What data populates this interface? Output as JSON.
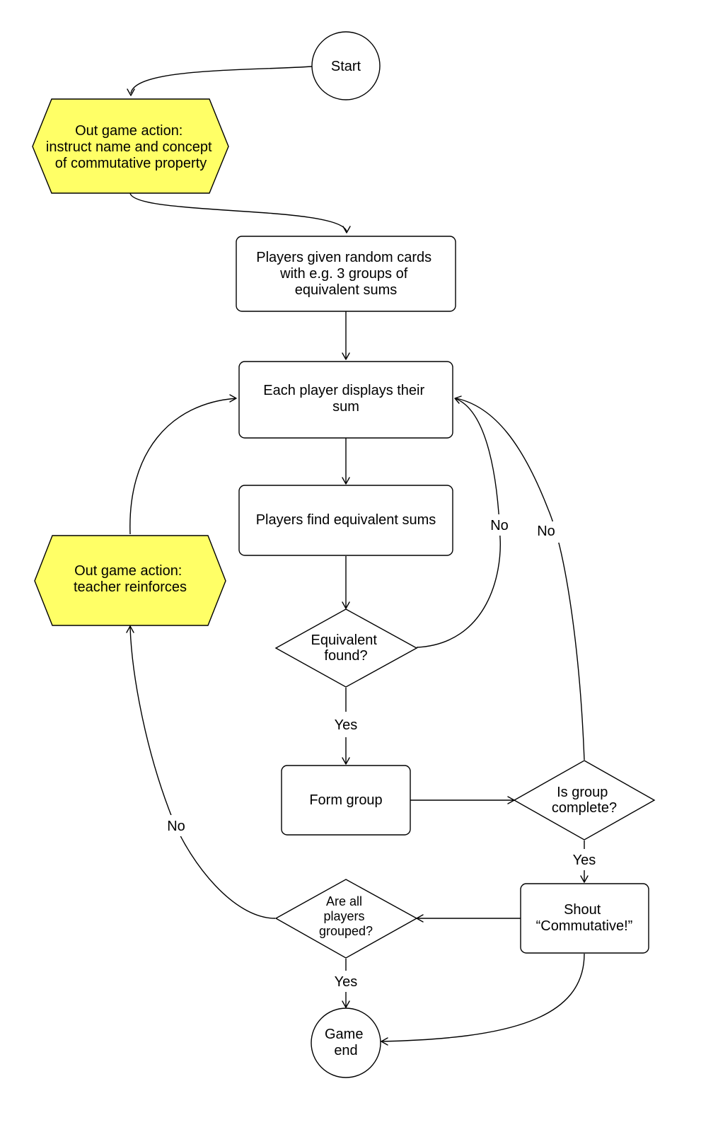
{
  "colors": {
    "action_fill": "#ffff66",
    "stroke": "#000000",
    "background": "#ffffff"
  },
  "nodes": {
    "start": {
      "lines": [
        "Start"
      ]
    },
    "instruct": {
      "lines": [
        "Out game action:",
        "instruct name and concept",
        "of commutative property"
      ]
    },
    "cards": {
      "lines": [
        "Players given random cards",
        "with e.g. 3 groups of",
        "equivalent sums"
      ]
    },
    "display": {
      "lines": [
        "Each player displays their",
        "sum"
      ]
    },
    "find": {
      "lines": [
        "Players find equivalent sums"
      ]
    },
    "equiv": {
      "lines": [
        "Equivalent",
        "found?"
      ]
    },
    "form": {
      "lines": [
        "Form group"
      ]
    },
    "complete": {
      "lines": [
        "Is group",
        "complete?"
      ]
    },
    "shout": {
      "lines": [
        "Shout",
        "“Commutative!”"
      ]
    },
    "allgrouped": {
      "lines": [
        "Are all",
        "players",
        "grouped?"
      ]
    },
    "reinforce": {
      "lines": [
        "Out game action:",
        "teacher reinforces"
      ]
    },
    "end": {
      "lines": [
        "Game",
        "end"
      ]
    }
  },
  "edge_labels": {
    "equiv_no": "No",
    "complete_no": "No",
    "equiv_yes": "Yes",
    "complete_yes": "Yes",
    "allgrouped_no": "No",
    "allgrouped_yes": "Yes"
  }
}
